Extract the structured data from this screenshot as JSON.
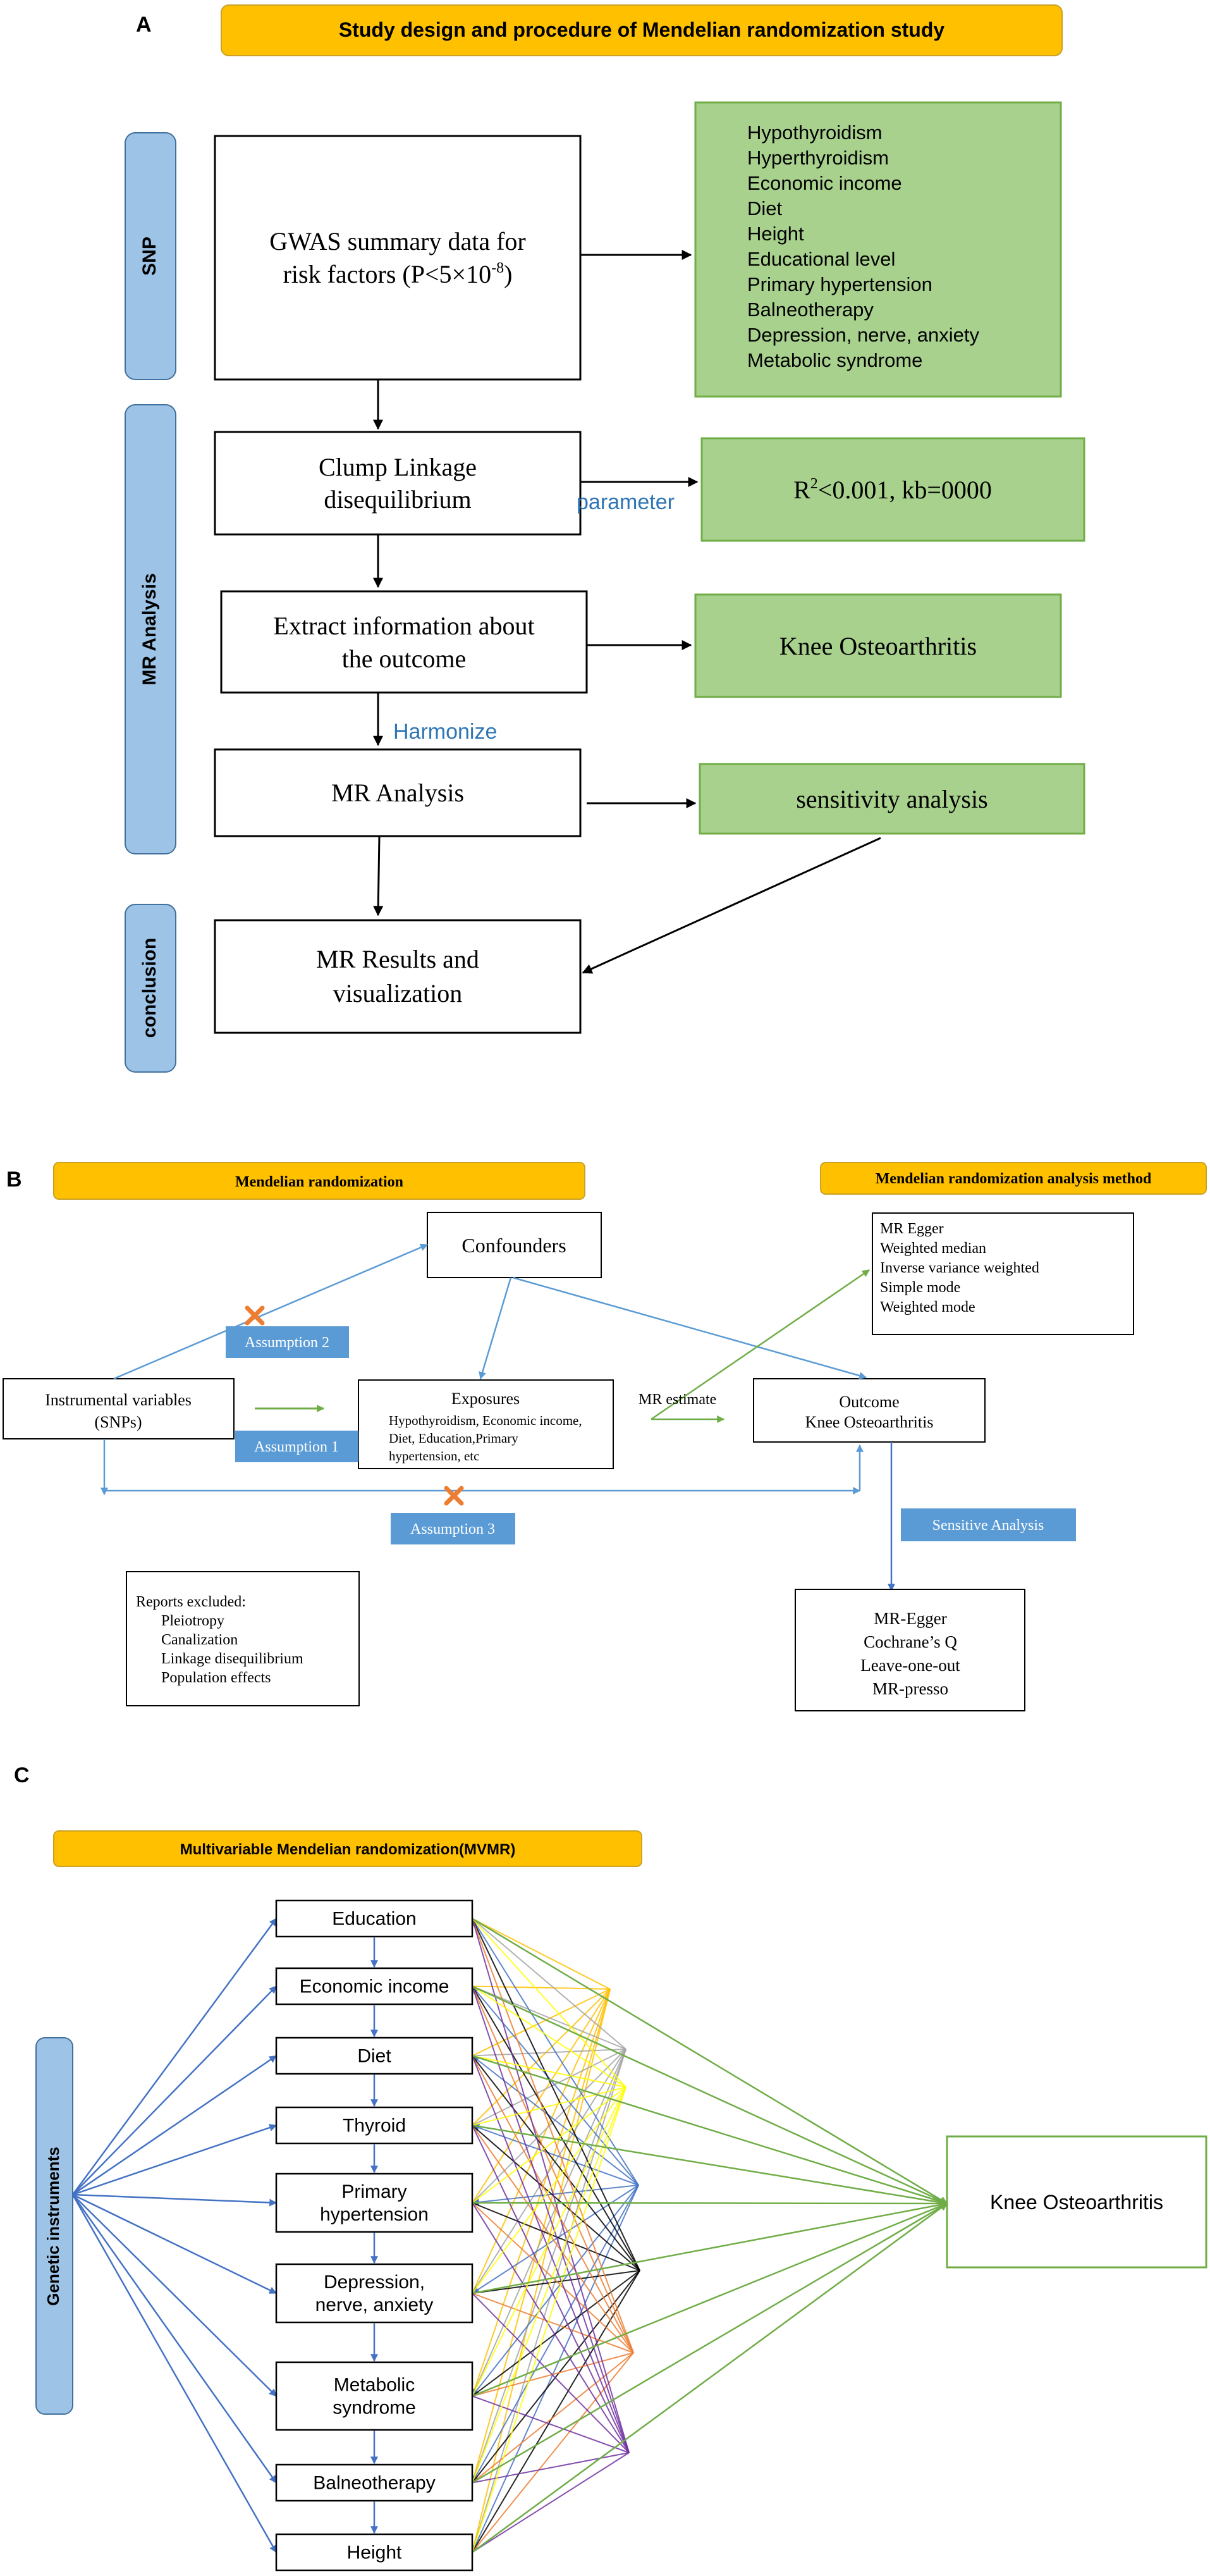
{
  "panel_a": {
    "letter": "A",
    "title": "Study design and procedure of Mendelian randomization study",
    "side_labels": {
      "snp": "SNP",
      "mr": "MR Analysis",
      "conclusion": "conclusion"
    },
    "gwas_line1": "GWAS summary data for",
    "gwas_line2": "risk factors (P<5×10",
    "gwas_exp": "-8",
    "gwas_close": ")",
    "risk_factors": [
      "Hypothyroidism",
      "Hyperthyroidism",
      "Economic income",
      "Diet",
      "Height",
      "Educational level",
      "Primary hypertension",
      "Balneotherapy",
      "Depression, nerve, anxiety",
      "Metabolic syndrome"
    ],
    "clump_line1": "Clump Linkage",
    "clump_line2": "disequilibrium",
    "parameter": "parameter",
    "r2_pre": "R",
    "r2_sup": "2",
    "r2_post": "<0.001, kb=0000",
    "extract_line1": "Extract information about",
    "extract_line2": "the outcome",
    "knee": "Knee Osteoarthritis",
    "harmonize": "Harmonize",
    "mr_analysis": "MR Analysis",
    "sensitivity": "sensitivity analysis",
    "results_line1": "MR Results and",
    "results_line2": "visualization"
  },
  "panel_b": {
    "letter": "B",
    "header_left": "Mendelian randomization",
    "header_right": "Mendelian randomization analysis method",
    "confounders": "Confounders",
    "methods": [
      "MR Egger",
      "Weighted median",
      "Inverse variance weighted",
      "Simple mode",
      "Weighted mode"
    ],
    "assumption2": "Assumption 2",
    "assumption1": "Assumption 1",
    "assumption3": "Assumption 3",
    "iv_line1": "Instrumental variables",
    "iv_line2": "(SNPs)",
    "exposures_title": "Exposures",
    "exposures_lines": [
      "Hypothyroidism, Economic income,",
      "Diet, Education,Primary",
      "hypertension, etc"
    ],
    "mr_estimate": "MR estimate",
    "outcome_title": "Outcome",
    "outcome_sub": "Knee Osteoarthritis",
    "sensitive": "Sensitive Analysis",
    "reports_title": "Reports excluded:",
    "reports_items": [
      "Pleiotropy",
      "Canalization",
      "Linkage disequilibrium",
      "Population effects"
    ],
    "sens_methods": [
      "MR-Egger",
      "Cochrane’s Q",
      "Leave-one-out",
      "MR-presso"
    ]
  },
  "panel_c": {
    "letter": "C",
    "header": "Multivariable Mendelian randomization(MVMR)",
    "genetic": "Genetic instruments",
    "outcome": "Knee Osteoarthritis",
    "exposures": [
      [
        "Education"
      ],
      [
        "Economic income"
      ],
      [
        "Diet"
      ],
      [
        "Thyroid"
      ],
      [
        "Primary",
        "hypertension"
      ],
      [
        "Depression,",
        "nerve, anxiety"
      ],
      [
        "Metabolic",
        "syndrome"
      ],
      [
        "Balneotherapy"
      ],
      [
        "Height"
      ]
    ]
  },
  "colors": {
    "orange": "#ffc000",
    "blue_box": "#9dc3e6",
    "green_box": "#a9d18e",
    "green_border": "#70ad47",
    "assumption_blue": "#5b9bd5",
    "arrow_blue": "#4472c4",
    "text_blue": "#2e75b6"
  },
  "icons": {
    "cross": "x-mark-icon"
  }
}
